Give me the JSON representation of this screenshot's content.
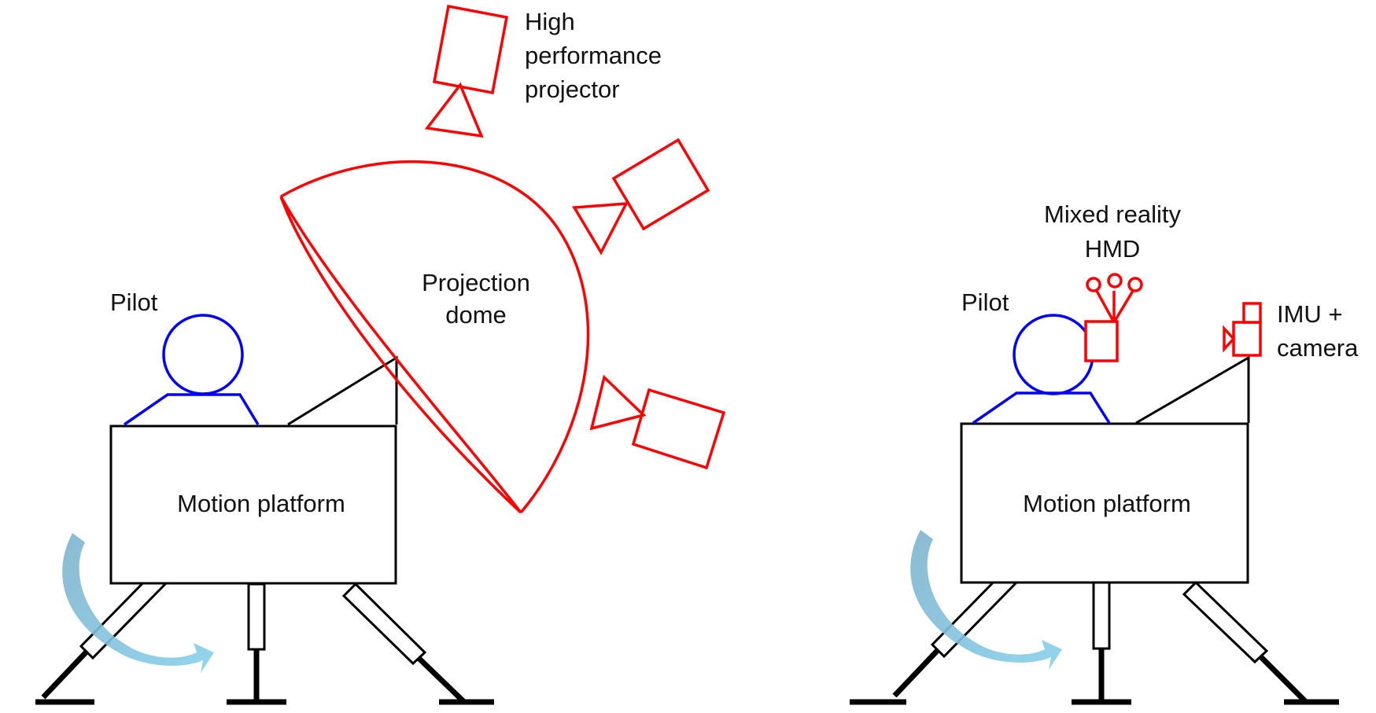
{
  "colors": {
    "pilot": "#0000ff",
    "equipment": "#ff0000",
    "structure": "#000000",
    "motion_arrow": "#7ec8e3"
  },
  "left_setup": {
    "pilot_label": "Pilot",
    "platform_label": "Motion platform",
    "dome_label": [
      "Projection",
      "dome"
    ],
    "projector_label": [
      "High",
      "performance",
      "projector"
    ]
  },
  "right_setup": {
    "pilot_label": "Pilot",
    "platform_label": "Motion platform",
    "hmd_label": [
      "Mixed reality",
      "HMD"
    ],
    "imu_label": [
      "IMU +",
      "camera"
    ]
  }
}
